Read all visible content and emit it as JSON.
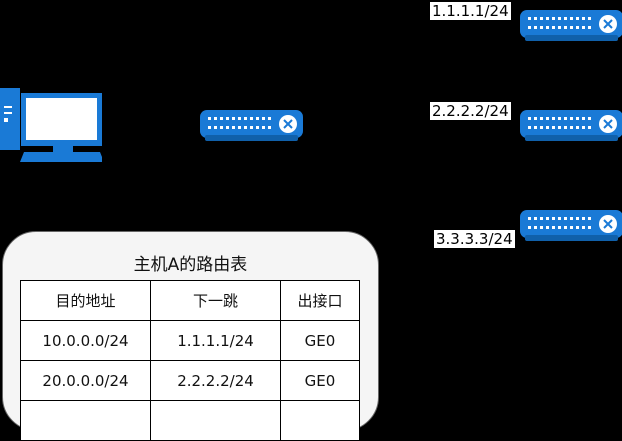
{
  "colors": {
    "device_blue": "#1a7ad6",
    "device_light": "#ffffff"
  },
  "routers": [
    {
      "name": "router-main",
      "label": ""
    },
    {
      "name": "router-1",
      "label": "1.1.1.1/24"
    },
    {
      "name": "router-2",
      "label": "2.2.2.2/24"
    },
    {
      "name": "router-3",
      "label": "3.3.3.3/24"
    }
  ],
  "routing_table": {
    "title": "主机A的路由表",
    "headers": [
      "目的地址",
      "下一跳",
      "出接口"
    ],
    "rows": [
      [
        "10.0.0.0/24",
        "1.1.1.1/24",
        "GE0"
      ],
      [
        "20.0.0.0/24",
        "2.2.2.2/24",
        "GE0"
      ],
      [
        "",
        "",
        ""
      ]
    ]
  }
}
